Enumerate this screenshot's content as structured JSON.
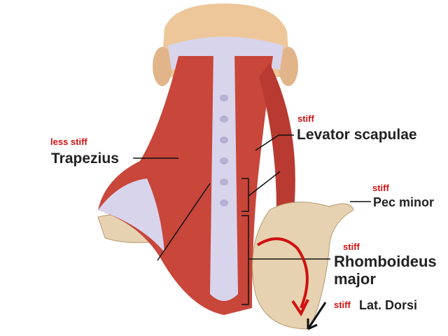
{
  "labels": {
    "trapezius": {
      "state": "less stiff",
      "name": "Trapezius"
    },
    "levator_scapulae": {
      "state": "stiff",
      "name": "Levator scapulae"
    },
    "pec_minor": {
      "state": "stiff",
      "name": "Pec minor"
    },
    "rhomboideus_major": {
      "state": "stiff",
      "name_line1": "Rhomboideus",
      "name_line2": "major"
    },
    "lat_dorsi": {
      "state": "stiff",
      "name": "Lat. Dorsi"
    }
  },
  "colors": {
    "muscle": "#c8463a",
    "tendon": "#d8d4ec",
    "bone": "#e6d2b0",
    "skin": "#edc79a",
    "annotation": "#d01010"
  }
}
